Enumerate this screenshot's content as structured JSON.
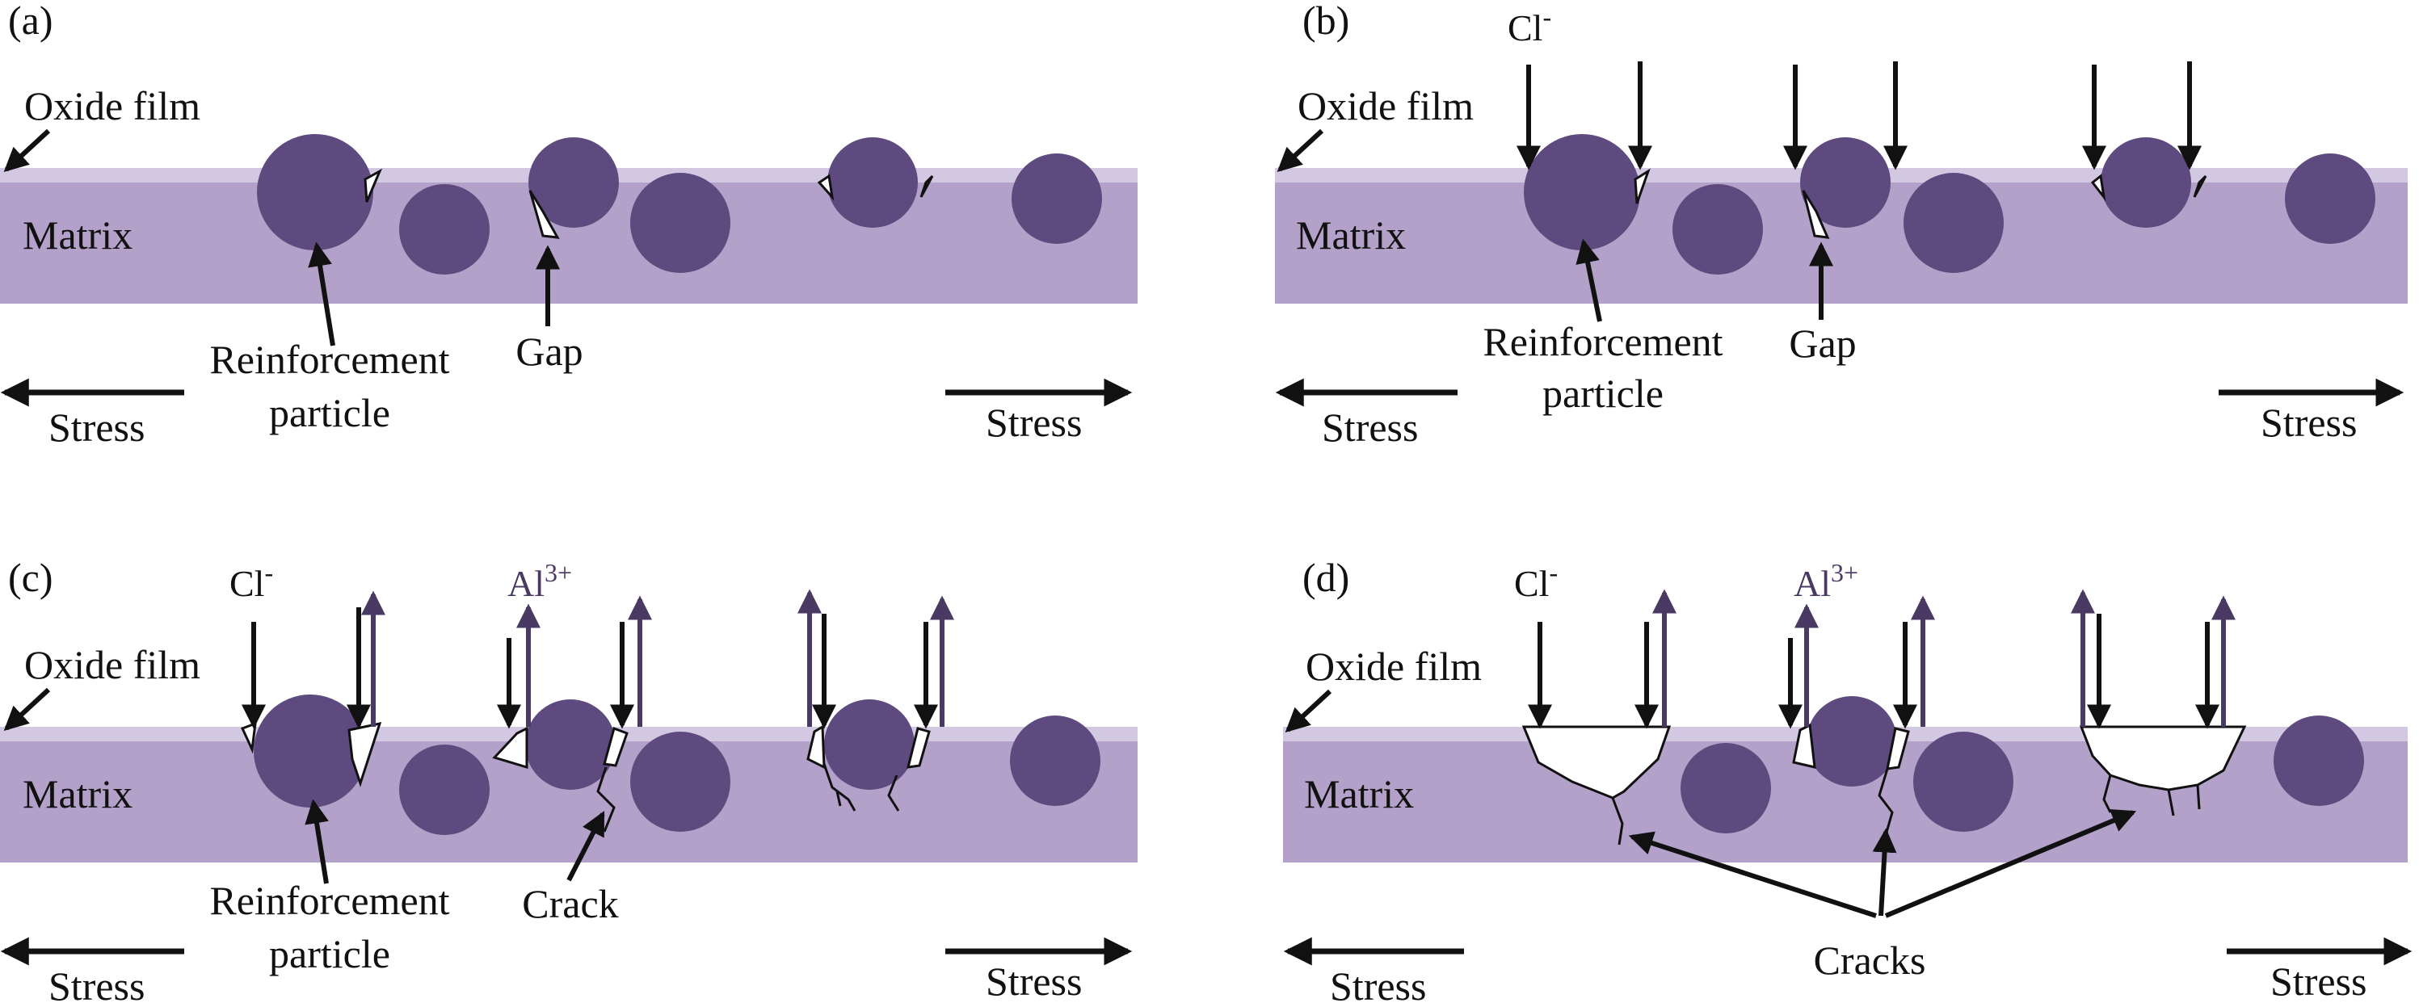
{
  "colors": {
    "matrix": "#b3a1c9",
    "oxide_film": "#d3c8e1",
    "particle": "#5e4a7e",
    "arrow": "#111111",
    "ion_arrow": "#4a3a63",
    "crack": "#111111"
  },
  "panels": [
    {
      "label": "(a)",
      "oxide_film": "Oxide film",
      "matrix": "Matrix",
      "reinforcement": [
        "Reinforcement",
        "particle"
      ],
      "gap": "Gap",
      "stress_left": "Stress",
      "stress_right": "Stress"
    },
    {
      "label": "(b)",
      "chloride_base": "Cl",
      "chloride_sup": "-",
      "oxide_film": "Oxide film",
      "matrix": "Matrix",
      "reinforcement": [
        "Reinforcement",
        "particle"
      ],
      "gap": "Gap",
      "stress_left": "Stress",
      "stress_right": "Stress"
    },
    {
      "label": "(c)",
      "chloride_base": "Cl",
      "chloride_sup": "-",
      "aluminum_base": "Al",
      "aluminum_sup": "3+",
      "oxide_film": "Oxide film",
      "matrix": "Matrix",
      "reinforcement": [
        "Reinforcement",
        "particle"
      ],
      "crack": "Crack",
      "stress_left": "Stress",
      "stress_right": "Stress"
    },
    {
      "label": "(d)",
      "chloride_base": "Cl",
      "chloride_sup": "-",
      "aluminum_base": "Al",
      "aluminum_sup": "3+",
      "oxide_film": "Oxide film",
      "matrix": "Matrix",
      "cracks": "Cracks",
      "stress_left": "Stress",
      "stress_right": "Stress"
    }
  ]
}
